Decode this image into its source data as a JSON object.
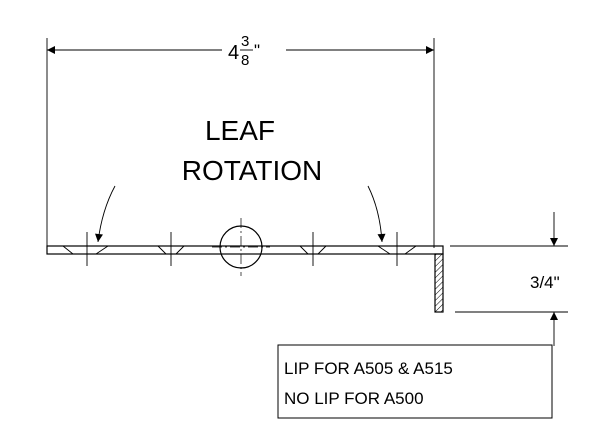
{
  "dimensions": {
    "width_whole": "4",
    "width_frac_num": "3",
    "width_frac_den": "8",
    "width_inch_mark": "\"",
    "lip_height": "3/4\""
  },
  "labels": {
    "leaf_rotation_line1": "LEAF",
    "leaf_rotation_line2": "ROTATION"
  },
  "note": {
    "line1": "LIP FOR A505 & A515",
    "line2": "NO LIP FOR A500"
  }
}
